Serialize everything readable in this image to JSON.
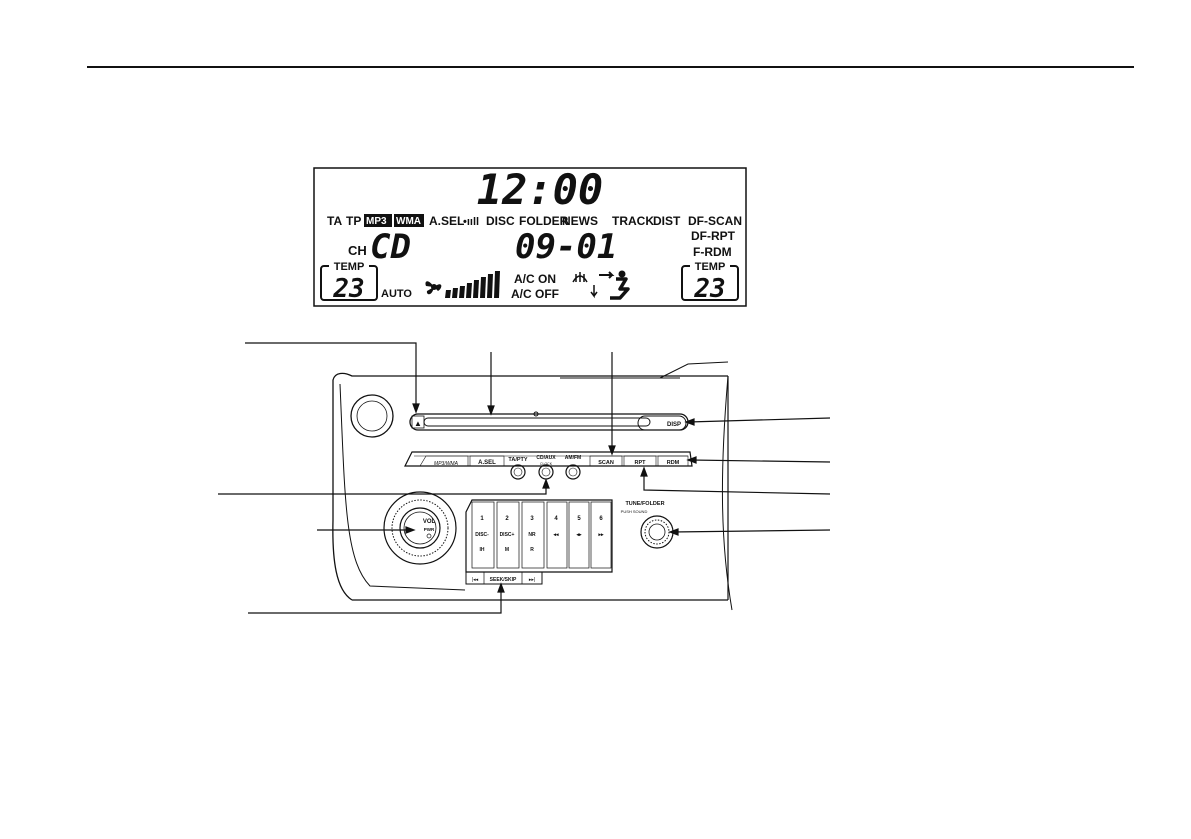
{
  "display": {
    "clock": "12:00",
    "row1": {
      "ta": "TA",
      "tp": "TP",
      "mp3": "MP3",
      "wma": "WMA",
      "asel": "A.SEL",
      "signal": "•ııll",
      "disc": "DISC",
      "folder": "FOLDER",
      "news": "NEWS",
      "track": "TRACK",
      "dist": "DIST",
      "df_scan": "DF-SCAN"
    },
    "ch": "CH",
    "source": "CD",
    "track_num": "09-01",
    "df_rpt": "DF-RPT",
    "f_rdm": "F-RDM",
    "temp_left_label": "TEMP",
    "temp_left": "23",
    "auto": "AUTO",
    "ac_on": "A/C ON",
    "ac_off": "A/C OFF",
    "temp_right_label": "TEMP",
    "temp_right": "23"
  },
  "panel": {
    "eject": "▲",
    "disp": "DISP",
    "mp3_wma": "MP3/WMA",
    "asel": "A.SEL",
    "ta_pty": "TA/PTY",
    "cd_aux": "CD/AUX",
    "cd_aux_sub": "CLOCK",
    "am_fm": "AM/FM",
    "scan": "SCAN",
    "rpt": "RPT",
    "rdm": "RDM",
    "vol": "VOL",
    "pwr": "PWR",
    "tune_folder": "TUNE/FOLDER",
    "tune_sub": "PUSH SOUND",
    "seek_skip": "SEEK/SKIP",
    "presets": [
      {
        "num": "1",
        "label": "DISC-",
        "sub": "IH"
      },
      {
        "num": "2",
        "label": "DISC+",
        "sub": "M"
      },
      {
        "num": "3",
        "label": "NR",
        "sub": "R"
      },
      {
        "num": "4",
        "label": "◂◂",
        "sub": ""
      },
      {
        "num": "5",
        "label": "◂▸",
        "sub": ""
      },
      {
        "num": "6",
        "label": "▸▸",
        "sub": ""
      }
    ]
  },
  "colors": {
    "ink": "#111111",
    "background": "#ffffff"
  }
}
